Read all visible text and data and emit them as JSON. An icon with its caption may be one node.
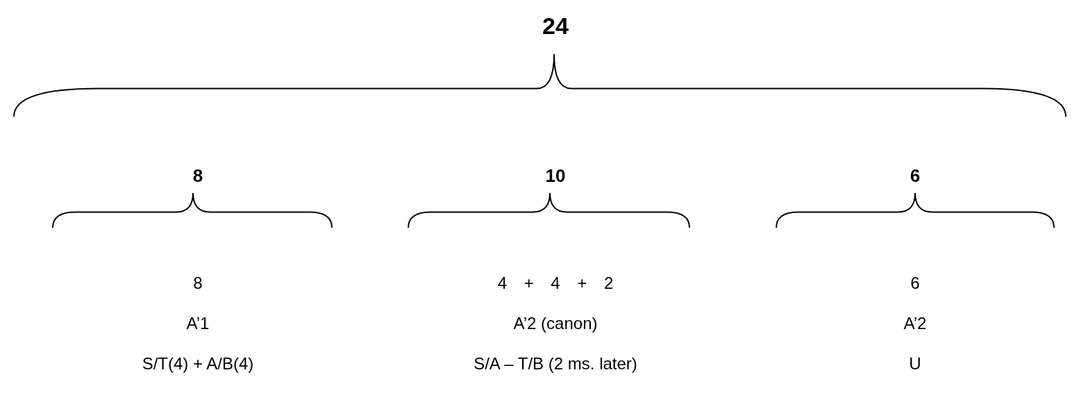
{
  "diagram": {
    "labels": [
      "24",
      "8",
      "10",
      "6",
      "8",
      "4 + 4 + 2",
      "6",
      "A’1",
      "A’2 (canon)",
      "A’2",
      "S/T(4) + A/B(4)",
      "S/A – T/B (2 ms. later)",
      "U"
    ]
  }
}
